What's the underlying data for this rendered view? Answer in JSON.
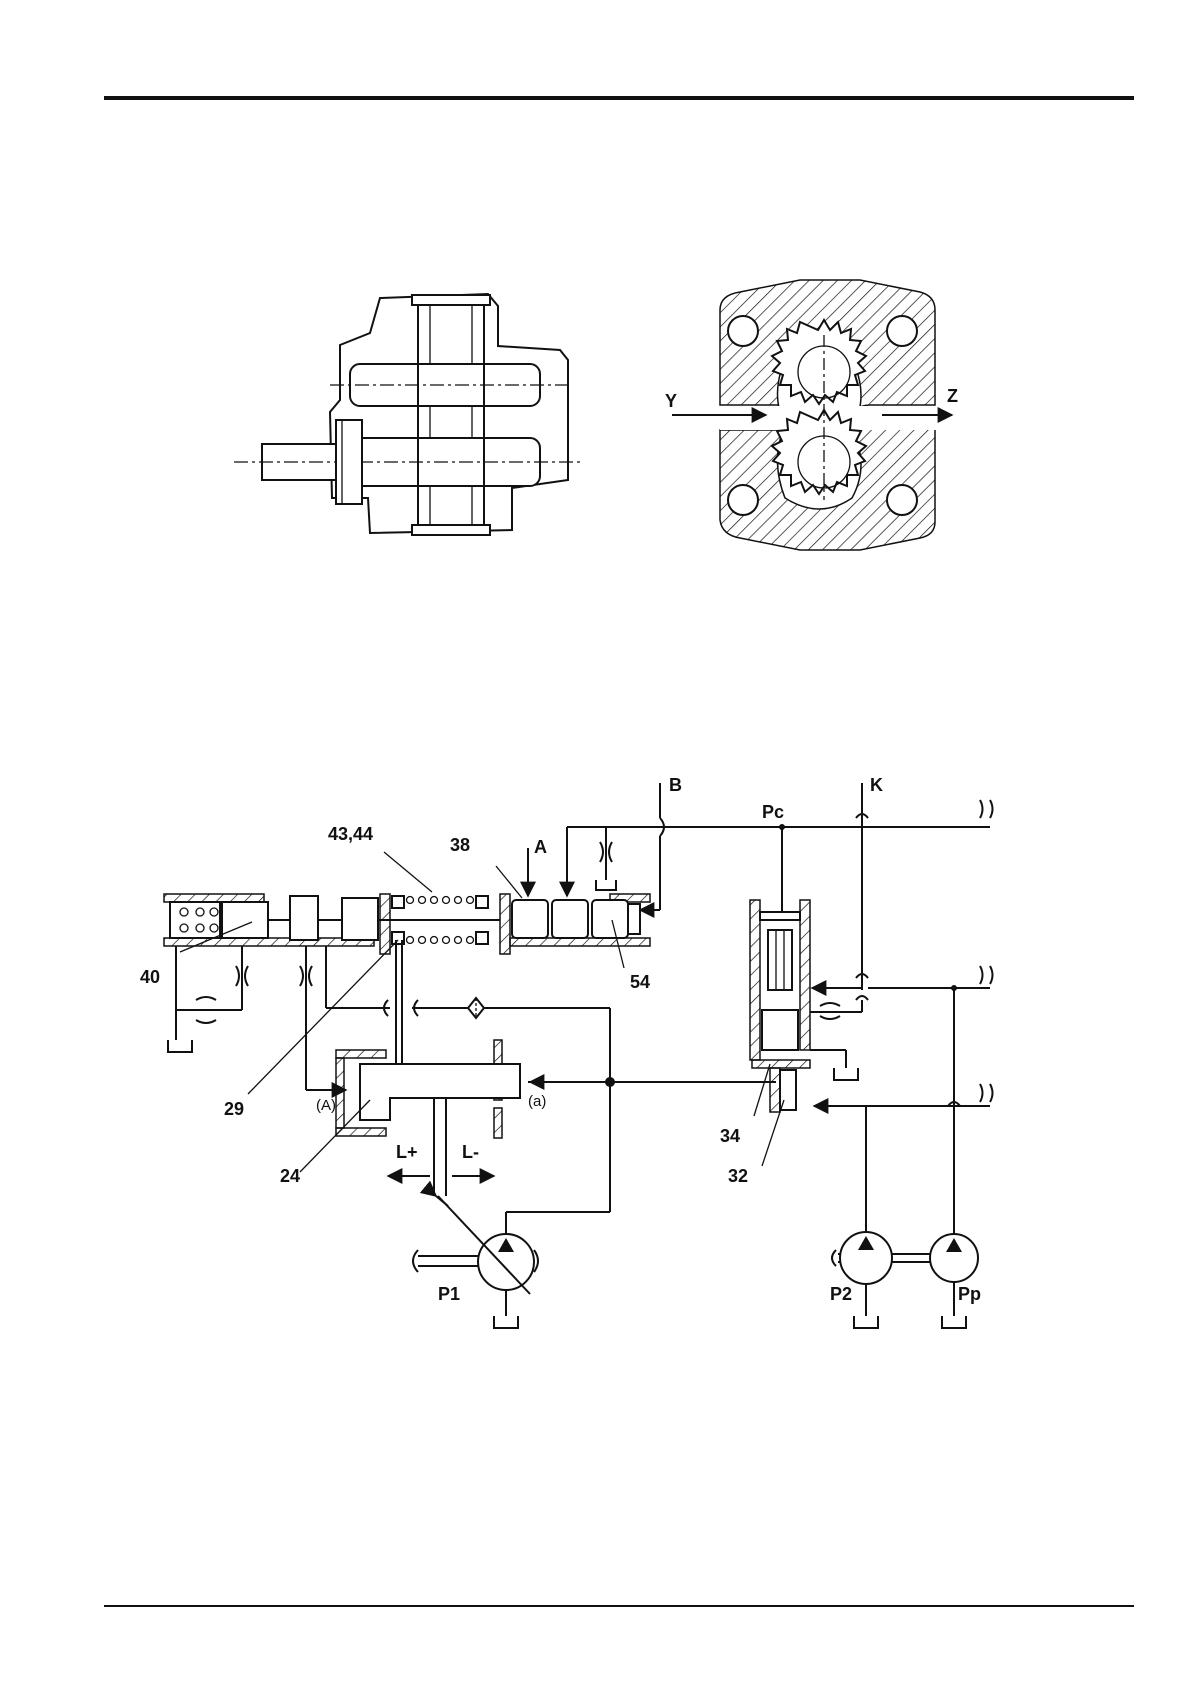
{
  "pump_section": {
    "label_y": "Y",
    "label_z": "Z"
  },
  "circuit": {
    "labels": {
      "b": "B",
      "k": "K",
      "pc": "Pc",
      "a": "A",
      "n4344": "43,44",
      "n38": "38",
      "n40": "40",
      "n54": "54",
      "n29": "29",
      "n24": "24",
      "n34": "34",
      "n32": "32",
      "port_a": "(A)",
      "port_a_small": "(a)",
      "lplus": "L+",
      "lminus": "L-",
      "p1": "P1",
      "p2": "P2",
      "pp": "Pp"
    }
  }
}
